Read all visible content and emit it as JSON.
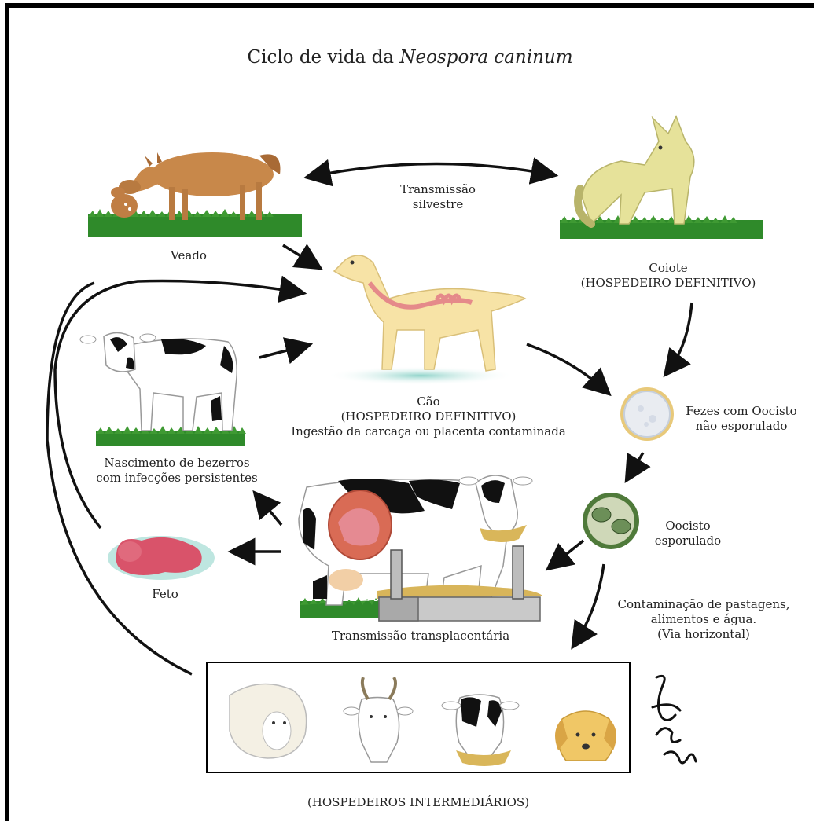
{
  "title": {
    "prefix": "Ciclo de vida da ",
    "species": "Neospora caninum"
  },
  "labels": {
    "veado": "Veado",
    "silvestre": "Transmissão\nsilvestre",
    "coiote": "Coiote\n(HOSPEDEIRO DEFINITIVO)",
    "cao": "Cão\n(HOSPEDEIRO DEFINITIVO)\nIngestão da carcaça ou placenta contaminada",
    "fezes": "Fezes com Oocisto\nnão esporulado",
    "oocisto": "Oocisto\nesporulado",
    "bezerros": "Nascimento de bezerros\ncom infecções persistentes",
    "feto": "Feto",
    "transplacentaria": "Transmissão transplacentária",
    "contaminacao": "Contaminação de pastagens,\nalimentos e água.\n(Via horizontal)",
    "intermediarios": "(HOSPEDEIROS INTERMEDIÁRIOS)"
  },
  "colors": {
    "deer": "#c8884a",
    "coyote": "#e6e29a",
    "dog": "#f7e3a6",
    "grass": "#2f8a2a",
    "fetus": "#d9536a",
    "arrow": "#111111"
  }
}
